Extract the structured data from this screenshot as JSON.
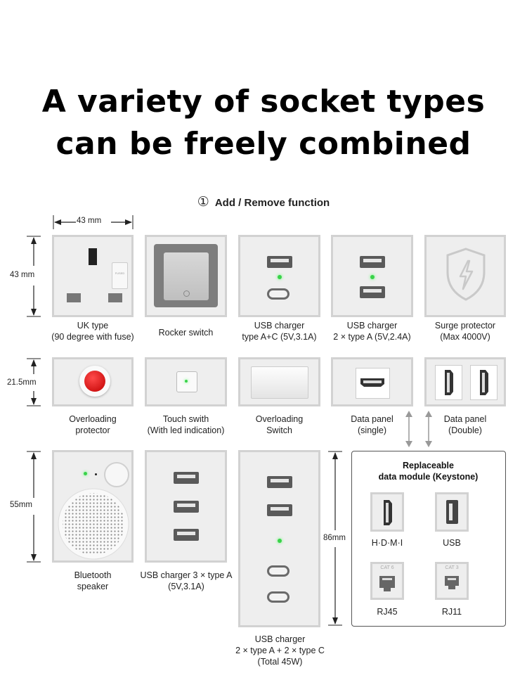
{
  "header": {
    "title_line1": "A variety of socket types",
    "title_line2": "can be freely combined",
    "step_number": "①",
    "step_label": "Add / Remove function"
  },
  "dimensions": {
    "width_43": "43 mm",
    "height_43": "43 mm",
    "height_21_5": "21.5mm",
    "height_55": "55mm",
    "height_86": "86mm"
  },
  "row1": [
    {
      "line1": "UK type",
      "line2": "(90 degree with fuse)"
    },
    {
      "line1": "Rocker switch",
      "line2": ""
    },
    {
      "line1": "USB charger",
      "line2": "type A+C (5V,3.1A)"
    },
    {
      "line1": "USB charger",
      "line2": "2 × type A (5V,2.4A)"
    },
    {
      "line1": "Surge protector",
      "line2": "(Max 4000V)"
    }
  ],
  "row2": [
    {
      "line1": "Overloading",
      "line2": "protector"
    },
    {
      "line1": "Touch swith",
      "line2": "(With led indication)"
    },
    {
      "line1": "Overloading",
      "line2": "Switch"
    },
    {
      "line1": "Data panel",
      "line2": "(single)"
    },
    {
      "line1": "Data panel",
      "line2": "(Double)"
    }
  ],
  "row3": [
    {
      "line1": "Bluetooth",
      "line2": "speaker"
    },
    {
      "line1": "USB charger 3 × type A",
      "line2": "(5V,3.1A)"
    },
    {
      "line1": "USB charger",
      "line2": "2 × type A + 2 × type C",
      "line3": "(Total 45W)"
    }
  ],
  "fuse_label": "FUSED",
  "keystone": {
    "title_line1": "Replaceable",
    "title_line2": "data module (Keystone)",
    "modules": [
      {
        "label": "H·D·M·I"
      },
      {
        "label": "USB"
      },
      {
        "label": "RJ45",
        "tag": "CAT 6"
      },
      {
        "label": "RJ11",
        "tag": "CAT 3"
      }
    ]
  }
}
